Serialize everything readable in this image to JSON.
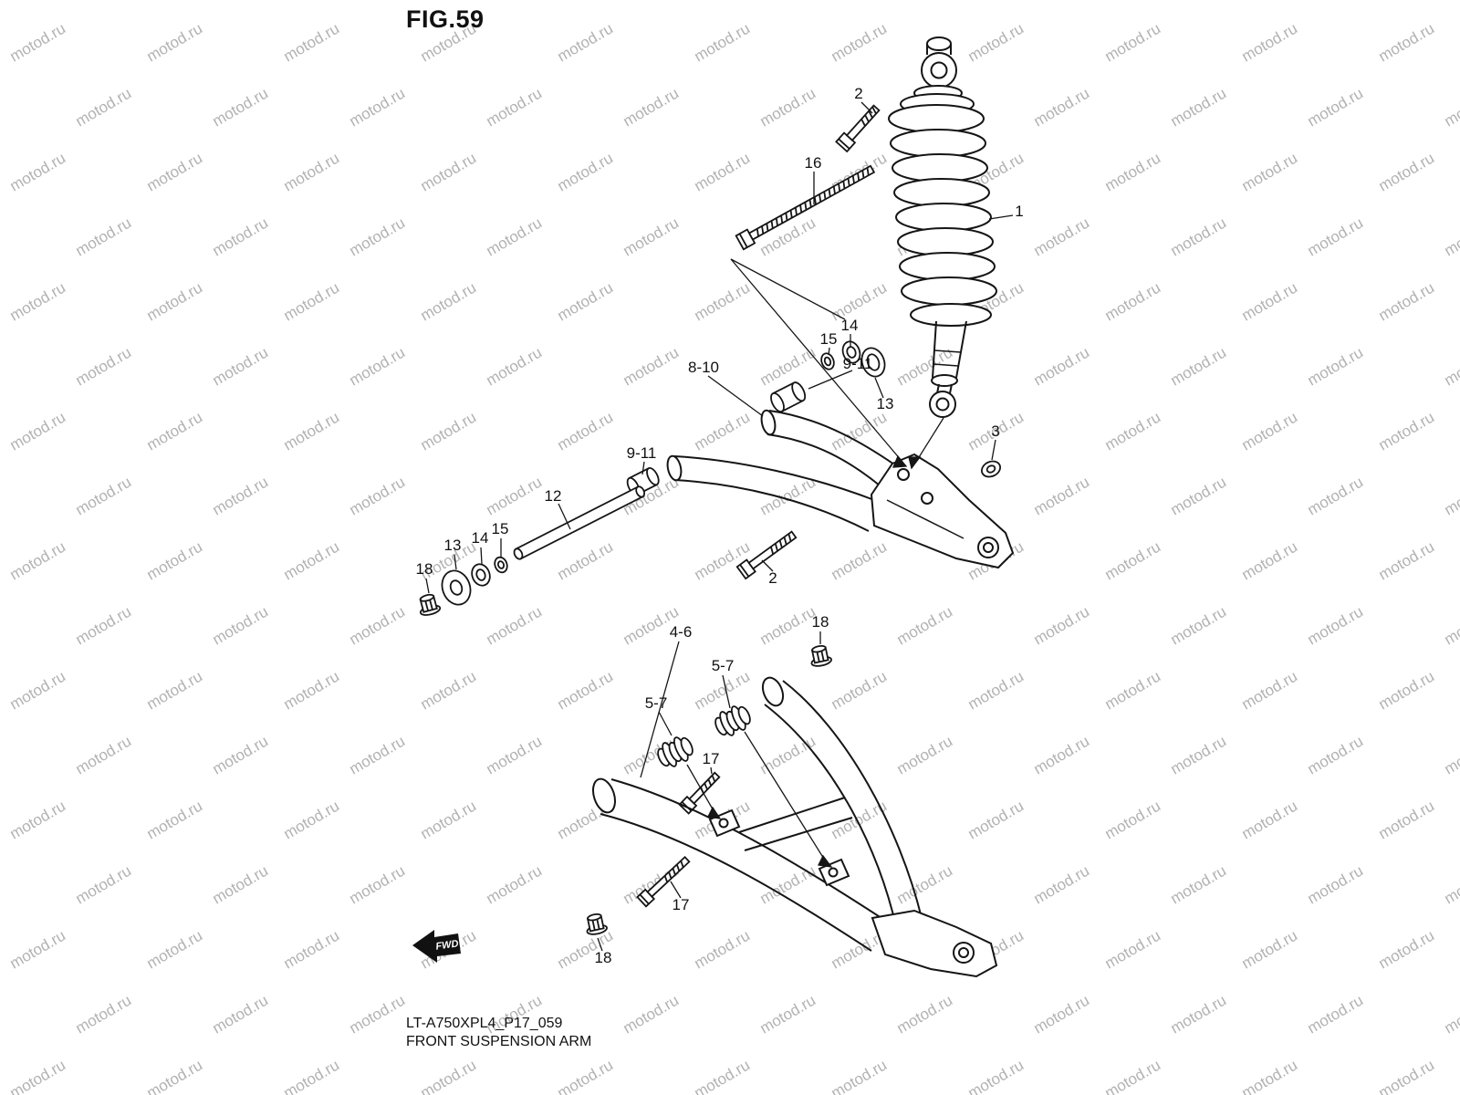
{
  "page": {
    "title": "FIG.59",
    "footer_code": "LT-A750XPL4_P17_059",
    "footer_caption": "FRONT SUSPENSION ARM",
    "fwd_label": "FWD"
  },
  "watermark": {
    "text": "motod.ru",
    "color": "#b2b2b2"
  },
  "diagram": {
    "description": "Exploded parts view of front suspension arm with shock absorber, upper and lower A-arms, bolts, washers, spacers and nuts",
    "ink_color": "#151515",
    "callouts": [
      {
        "text": "2"
      },
      {
        "text": "16"
      },
      {
        "text": "1"
      },
      {
        "text": "14"
      },
      {
        "text": "15"
      },
      {
        "text": "8-10"
      },
      {
        "text": "9-11"
      },
      {
        "text": "13"
      },
      {
        "text": "9-11"
      },
      {
        "text": "3"
      },
      {
        "text": "12"
      },
      {
        "text": "15"
      },
      {
        "text": "14"
      },
      {
        "text": "13"
      },
      {
        "text": "18"
      },
      {
        "text": "2"
      },
      {
        "text": "4-6"
      },
      {
        "text": "18"
      },
      {
        "text": "5-7"
      },
      {
        "text": "5-7"
      },
      {
        "text": "17"
      },
      {
        "text": "17"
      },
      {
        "text": "18"
      }
    ]
  }
}
